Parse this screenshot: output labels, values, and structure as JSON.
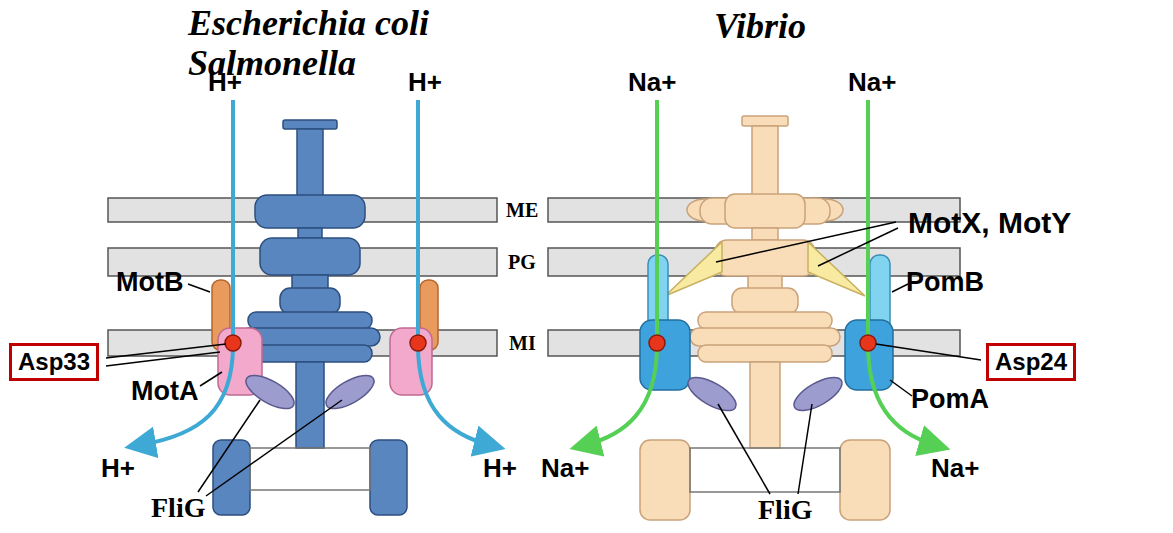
{
  "diagram": {
    "nodes": [
      {
        "text": [
          "Asp33"
        ]
      },
      {
        "text": [
          "Asp24"
        ]
      }
    ],
    "labels": [
      "Escherichia coli",
      "Salmonella",
      "Vibrio",
      "H+",
      "H+",
      "H+",
      "H+",
      "Na+",
      "Na+",
      "Na+",
      "Na+",
      "ME",
      "PG",
      "MI",
      "MotB",
      "MotA",
      "FliG",
      "MotX, MotY",
      "PomB",
      "PomA",
      "FliG"
    ]
  }
}
